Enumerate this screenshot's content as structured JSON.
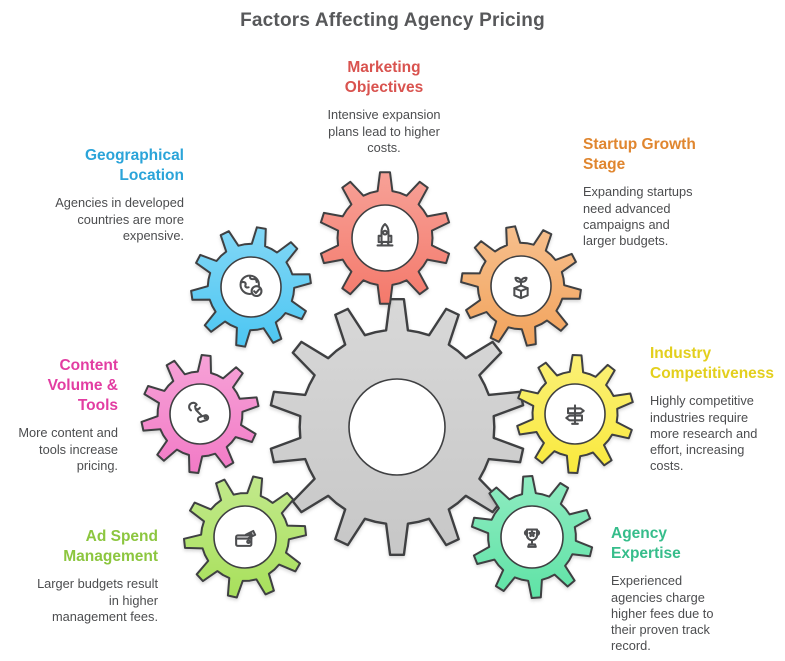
{
  "title": "Factors Affecting Agency Pricing",
  "colors": {
    "title": "#57585a",
    "body_text": "#4c4d4f",
    "outline": "#3f4042",
    "center_gear": "#c7c7c7"
  },
  "center_gear": {
    "icon": "large-gear",
    "teeth": 14
  },
  "factors": [
    {
      "name": "Marketing Objectives",
      "description": "Intensive expansion plans lead to higher costs.",
      "icon": "rocket-icon",
      "heading_color": "#d9534f",
      "gear_color": "#f4796b",
      "position": "top"
    },
    {
      "name": "Startup Growth Stage",
      "description": "Expanding startups need advanced campaigns and larger budgets.",
      "icon": "sprout-box-icon",
      "heading_color": "#e0862f",
      "gear_color": "#f2a35c",
      "position": "upper-right"
    },
    {
      "name": "Industry Competitiveness",
      "description": "Highly competitive industries require more research and effort, increasing costs.",
      "icon": "signpost-icon",
      "heading_color": "#e3cf1d",
      "gear_color": "#f9e93c",
      "position": "right"
    },
    {
      "name": "Agency Expertise",
      "description": "Experienced agencies charge higher fees due to their proven track record.",
      "icon": "trophy-icon",
      "heading_color": "#36bd8b",
      "gear_color": "#5fe3a6",
      "position": "lower-right"
    },
    {
      "name": "Ad Spend Management",
      "description": "Larger budgets result in higher management fees.",
      "icon": "wallet-icon",
      "heading_color": "#8cc63f",
      "gear_color": "#a8e05b",
      "position": "lower-left"
    },
    {
      "name": "Content Volume & Tools",
      "description": "More content and tools increase pricing.",
      "icon": "tools-icon",
      "heading_color": "#e23da2",
      "gear_color": "#f27ac6",
      "position": "left"
    },
    {
      "name": "Geographical Location",
      "description": "Agencies in developed countries are more expensive.",
      "icon": "globe-check-icon",
      "heading_color": "#2ba4d9",
      "gear_color": "#4cc6f2",
      "position": "upper-left"
    }
  ]
}
